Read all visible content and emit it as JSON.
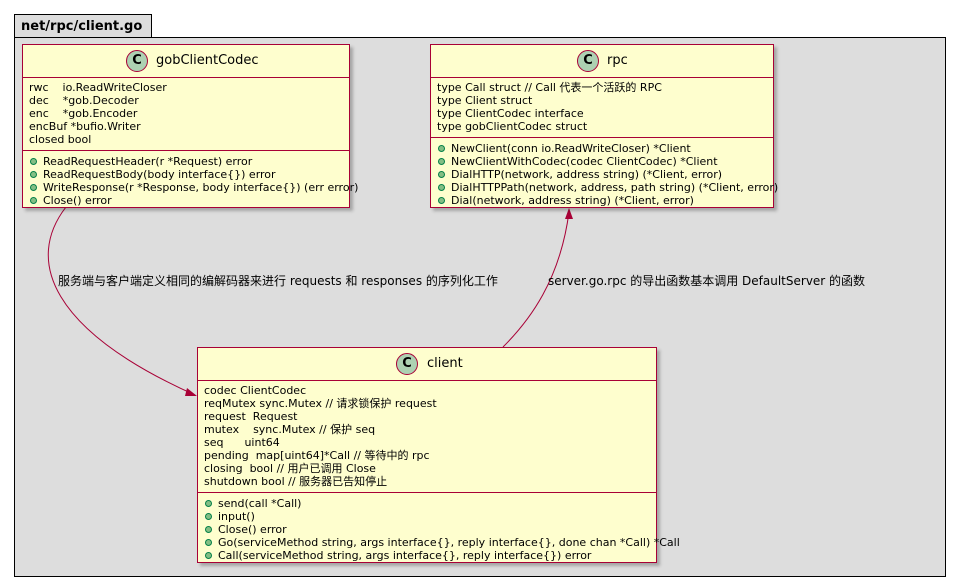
{
  "package": {
    "name": "net/rpc/client.go"
  },
  "classes": {
    "gob": {
      "icon": "C",
      "name": "gobClientCodec",
      "fields": [
        "rwc    io.ReadWriteCloser",
        "dec    *gob.Decoder",
        "enc    *gob.Encoder",
        "encBuf *bufio.Writer",
        "closed bool"
      ],
      "methods": [
        "ReadRequestHeader(r *Request) error",
        "ReadRequestBody(body interface{}) error",
        "WriteResponse(r *Response, body interface{}) (err error)",
        "Close() error"
      ]
    },
    "rpc": {
      "icon": "C",
      "name": "rpc",
      "fields": [
        "type Call struct // Call 代表一个活跃的 RPC",
        "type Client struct",
        "type ClientCodec interface",
        "type gobClientCodec struct"
      ],
      "methods": [
        "NewClient(conn io.ReadWriteCloser) *Client",
        "NewClientWithCodec(codec ClientCodec) *Client",
        "DialHTTP(network, address string) (*Client, error)",
        "DialHTTPPath(network, address, path string) (*Client, error)",
        "Dial(network, address string) (*Client, error)"
      ]
    },
    "client": {
      "icon": "C",
      "name": "client",
      "fields": [
        "codec ClientCodec",
        "reqMutex sync.Mutex // 请求锁保护 request",
        "request  Request",
        "mutex    sync.Mutex // 保护 seq",
        "seq      uint64",
        "pending  map[uint64]*Call // 等待中的 rpc",
        "closing  bool // 用户已调用 Close",
        "shutdown bool // 服务器已告知停止"
      ],
      "methods": [
        "send(call *Call)",
        "input()",
        "Close() error",
        "Go(serviceMethod string, args interface{}, reply interface{}, done chan *Call) *Call",
        "Call(serviceMethod string, args interface{}, reply interface{}) error"
      ]
    }
  },
  "edges": {
    "gob_to_client": "服务端与客户端定义相同的编解码器来进行 requests 和 responses 的序列化工作",
    "client_to_rpc": "server.go.rpc 的导出函数基本调用 DefaultServer 的函数"
  },
  "colors": {
    "class_fill": "#fefece",
    "class_border": "#a80036",
    "class_icon": "#add1b2",
    "method_dot": "#84be84",
    "package_fill": "#dddddd"
  }
}
